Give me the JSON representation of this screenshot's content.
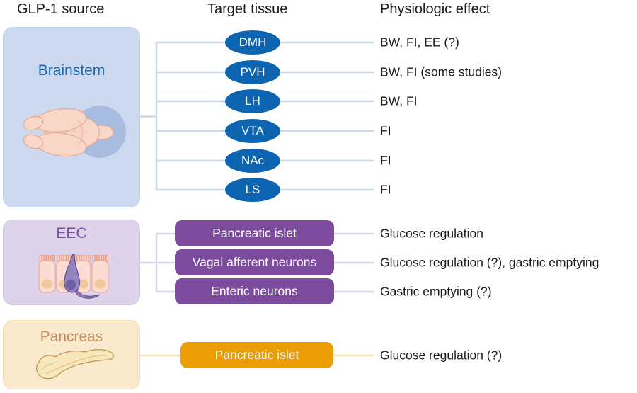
{
  "header": {
    "col1": "GLP-1 source",
    "col2": "Target tissue",
    "col3": "Physiologic effect"
  },
  "groups": [
    {
      "label": "Brainstem",
      "icon": "rodent-brain-dorsal-view-with-brainstem-highlight",
      "rows": [
        {
          "target": "DMH",
          "effect": "BW, FI, EE (?)"
        },
        {
          "target": "PVH",
          "effect": "BW, FI (some studies)"
        },
        {
          "target": "LH",
          "effect": "BW, FI"
        },
        {
          "target": "VTA",
          "effect": "FI"
        },
        {
          "target": "NAc",
          "effect": "FI"
        },
        {
          "target": "LS",
          "effect": "FI"
        }
      ]
    },
    {
      "label": "EEC",
      "icon": "enteroendocrine-cell-in-gut-epithelium",
      "rows": [
        {
          "target": "Pancreatic islet",
          "effect": "Glucose regulation"
        },
        {
          "target": "Vagal afferent neurons",
          "effect": "Glucose regulation (?), gastric emptying"
        },
        {
          "target": "Enteric neurons",
          "effect": "Gastric emptying (?)"
        }
      ]
    },
    {
      "label": "Pancreas",
      "icon": "pancreas-organ",
      "rows": [
        {
          "target": "Pancreatic islet",
          "effect": "Glucose regulation (?)"
        }
      ]
    }
  ],
  "colors": {
    "brainstem_box": "#cdd9ee",
    "brainstem_label": "#1565b0",
    "brainstem_pill": "#0d64b0",
    "brainstem_line": "#ccd7e9",
    "eec_box": "#ddd4eb",
    "eec_label": "#7b4fa0",
    "eec_pill": "#7c4b9d",
    "eec_line": "#ddd3ea",
    "pancreas_box": "#faeacd",
    "pancreas_label": "#c98c5e",
    "pancreas_pill": "#eb9d06",
    "pancreas_line": "#f6e0b5",
    "pill_text": "#ffffff",
    "text": "#1a1a1a"
  }
}
